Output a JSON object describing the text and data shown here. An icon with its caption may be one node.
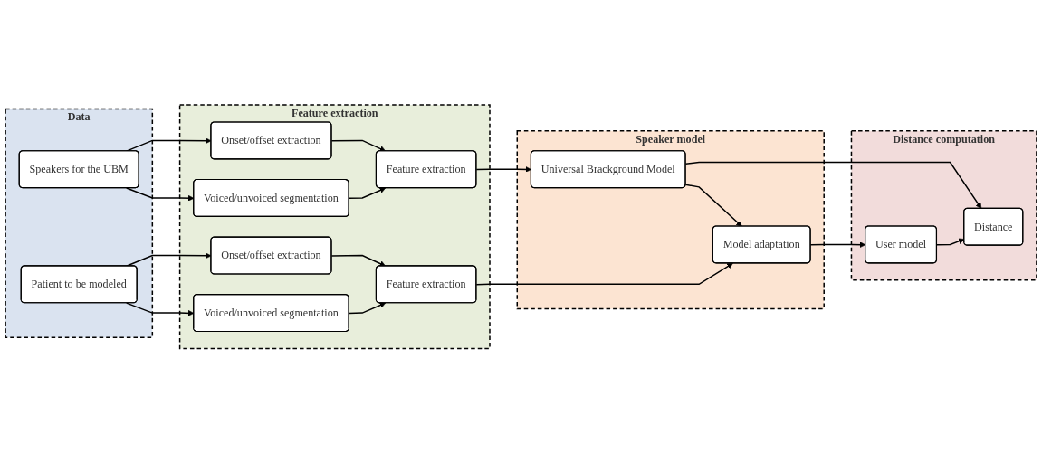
{
  "diagram": {
    "nodes": [
      {
        "text": [
          "Data"
        ]
      },
      {
        "text": [
          "Speakers for the UBM"
        ],
        "in": 0
      },
      {
        "text": [
          "Patient to be modeled"
        ],
        "in": 0
      },
      {
        "text": [
          "Feature extraction"
        ]
      },
      {
        "text": [
          "Voiced/unvoiced segmentation"
        ],
        "in": 3
      },
      {
        "text": [
          "Onset/offset extraction"
        ],
        "in": 3
      },
      {
        "text": [
          "Feature extraction"
        ],
        "in": 3
      },
      {
        "text": [
          "Voiced/unvoiced segmentation"
        ],
        "in": 3
      },
      {
        "text": [
          "Onset/offset extraction"
        ],
        "in": 3
      },
      {
        "text": [
          "Feature extraction"
        ],
        "in": 3
      },
      {
        "text": [
          "Speaker model"
        ]
      },
      {
        "text": [
          "Universal Brackground Model"
        ],
        "in": 10
      },
      {
        "text": [
          "Model adaptation"
        ],
        "in": 10
      },
      {
        "text": [
          "Distance computation"
        ]
      },
      {
        "text": [
          "Distance"
        ],
        "in": 13
      },
      {
        "text": [
          "User model"
        ],
        "in": 13
      }
    ],
    "edges": [
      {
        "from": 1,
        "to": 4,
        "arrow": "to"
      },
      {
        "from": 1,
        "to": 5,
        "arrow": "to"
      },
      {
        "from": 4,
        "to": 6,
        "arrow": "to"
      },
      {
        "from": 5,
        "to": 6,
        "arrow": "to"
      },
      {
        "from": 6,
        "to": 11,
        "arrow": "to"
      },
      {
        "from": 2,
        "to": 7,
        "arrow": "to"
      },
      {
        "from": 2,
        "to": 8,
        "arrow": "to"
      },
      {
        "from": 7,
        "to": 9,
        "arrow": "to"
      },
      {
        "from": 8,
        "to": 9,
        "arrow": "to"
      },
      {
        "from": 9,
        "to": 12,
        "arrow": "to"
      },
      {
        "from": 11,
        "to": 12,
        "arrow": "to"
      },
      {
        "from": 11,
        "to": 14,
        "arrow": "to"
      },
      {
        "from": 12,
        "to": 15,
        "arrow": "to"
      },
      {
        "from": 15,
        "to": 14,
        "arrow": "to"
      }
    ]
  }
}
